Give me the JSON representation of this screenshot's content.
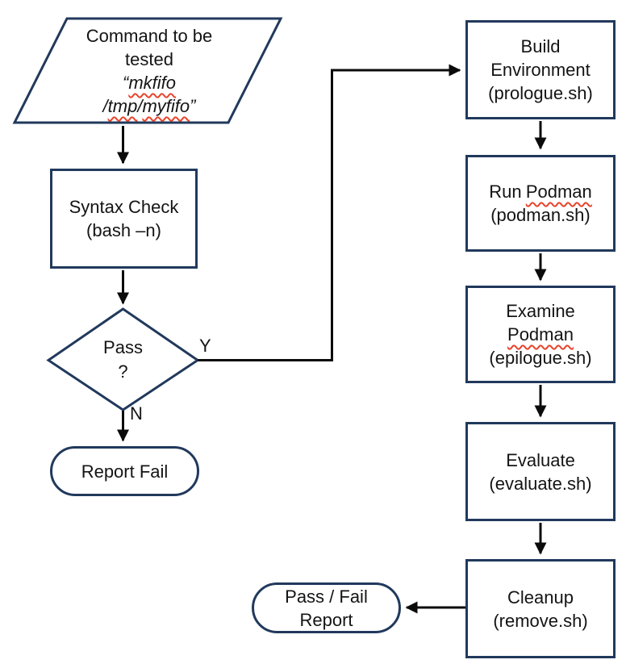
{
  "colors": {
    "shape_outline": "#21395c",
    "arrow": "#0b0b0b",
    "squiggle_red": "#e8442c",
    "text": "#141414",
    "background": "#ffffff"
  },
  "nodes": {
    "command_input": {
      "line1": "Command to be",
      "line2": "tested",
      "open_quote": "“",
      "word_mkfifo": "mkfifo",
      "slash1": "/",
      "word_tmp": "tmp",
      "slash2": "/",
      "word_myfifo": "myfifo",
      "close_quote": "”"
    },
    "syntax_check": {
      "line1": "Syntax Check",
      "line2": "(bash –n)"
    },
    "pass_decision": {
      "line1": "Pass",
      "line2": "?",
      "yes_label": "Y",
      "no_label": "N"
    },
    "report_fail": {
      "line1": "Report Fail"
    },
    "build_environment": {
      "line1": "Build",
      "line2": "Environment",
      "line3": "(prologue.sh)"
    },
    "run_podman": {
      "word_run": "Run",
      "word_podman": "Podman",
      "line2": "(podman.sh)"
    },
    "examine_podman": {
      "line1": "Examine",
      "word_podman": "Podman",
      "line3": "(epilogue.sh)"
    },
    "evaluate": {
      "line1": "Evaluate",
      "line2": "(evaluate.sh)"
    },
    "cleanup": {
      "line1": "Cleanup",
      "line2": "(remove.sh)"
    },
    "pass_fail_report": {
      "line1": "Pass / Fail",
      "line2": "Report"
    }
  }
}
